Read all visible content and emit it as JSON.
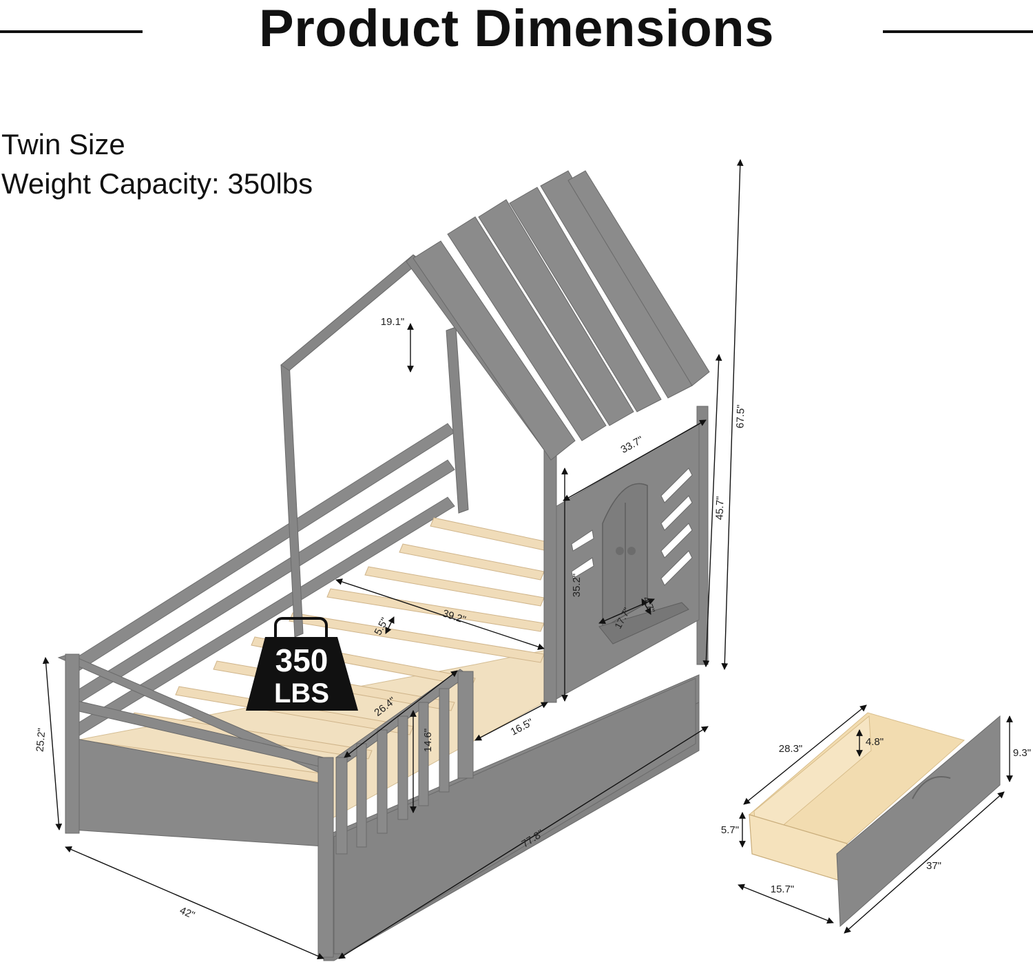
{
  "header": {
    "title": "Product Dimensions"
  },
  "specs": {
    "size": "Twin Size",
    "capacity": "Weight Capacity: 350lbs"
  },
  "badge": {
    "line1": "350",
    "line2": "LBS"
  },
  "dimensions": {
    "total_height": "67.5\"",
    "frame_height": "45.7\"",
    "roof_height": "19.1\"",
    "house_width": "33.7\"",
    "cabinet_height": "35.2\"",
    "slat_length": "39.2\"",
    "slat_gap": "5.5\"",
    "shelf_width": "17.7\"",
    "shelf_depth": "4.7\"",
    "guard_opening": "26.4\"",
    "gate_height": "14.6\"",
    "gate_gap": "16.5\"",
    "foot_height": "25.2\"",
    "bed_length": "77.8\"",
    "bed_width": "42\""
  },
  "drawer": {
    "length": "28.3\"",
    "inner_depth": "4.8\"",
    "front_height": "9.3\"",
    "side_height": "5.7\"",
    "width": "15.7\"",
    "front_width": "37\""
  },
  "colors": {
    "frame": "#858585",
    "frame_dark": "#6f6f6f",
    "wood": "#efdcb8",
    "badge": "#111111",
    "ink": "#111111"
  }
}
